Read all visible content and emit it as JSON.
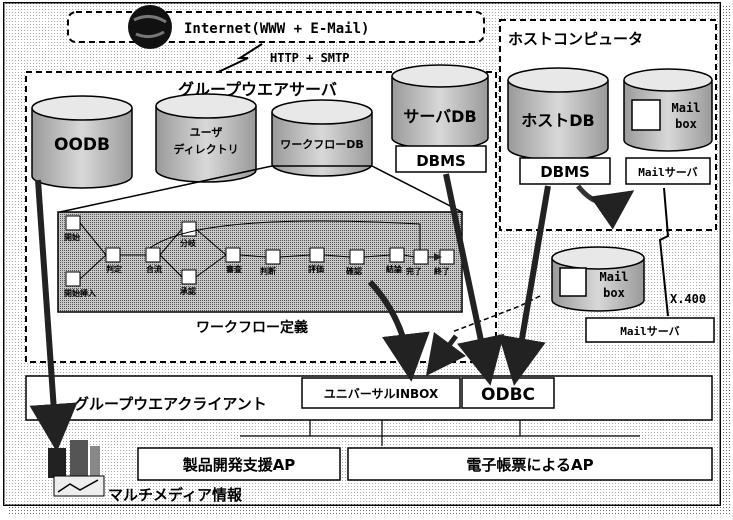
{
  "internet": {
    "label": "Internet(WWW + E-Mail)"
  },
  "protocol": {
    "label": "HTTP + SMTP"
  },
  "groupware_server": {
    "title": "グループウエアサーバ",
    "oodb": "OODB",
    "user_directory": [
      "ユーザ",
      "ディレクトリ"
    ],
    "workflow_db": "ワークフローDB",
    "workflow_definition": "ワークフロー定義"
  },
  "server_db": {
    "label": "サーバDB",
    "dbms": "DBMS"
  },
  "host_computer": {
    "title": "ホストコンピュータ",
    "host_db": "ホストDB",
    "mailbox": [
      "Mail",
      "box"
    ],
    "dbms": "DBMS",
    "mail_server": "Mailサーバ"
  },
  "x400": {
    "label": "X.400",
    "mailbox": [
      "Mail",
      "box"
    ],
    "mail_server": "Mailサーバ"
  },
  "client": {
    "label": "グループウエアクライアント",
    "inbox": "ユニバーサルINBOX",
    "odbc": "ODBC"
  },
  "applications": {
    "product_dev": "製品開発支援AP",
    "e_forms": "電子帳票によるAP"
  },
  "multimedia": {
    "label": "マルチメディア情報"
  },
  "workflow_nodes": [
    "開始",
    "開始挿入",
    "判定",
    "合流",
    "分岐",
    "承認",
    "審査",
    "判断",
    "評価",
    "確認",
    "結論",
    "完了",
    "終了"
  ]
}
